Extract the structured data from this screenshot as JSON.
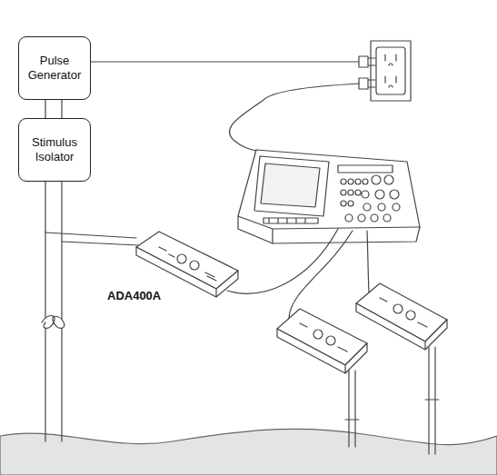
{
  "diagram": {
    "nodes": [
      {
        "text": [
          "Pulse Generator"
        ]
      },
      {
        "text": [
          "Stimulus Isolator"
        ]
      }
    ],
    "edges": [
      {
        "from": 0,
        "to": 1,
        "arrow": "none"
      }
    ],
    "labels": [
      "ADA400A"
    ]
  }
}
